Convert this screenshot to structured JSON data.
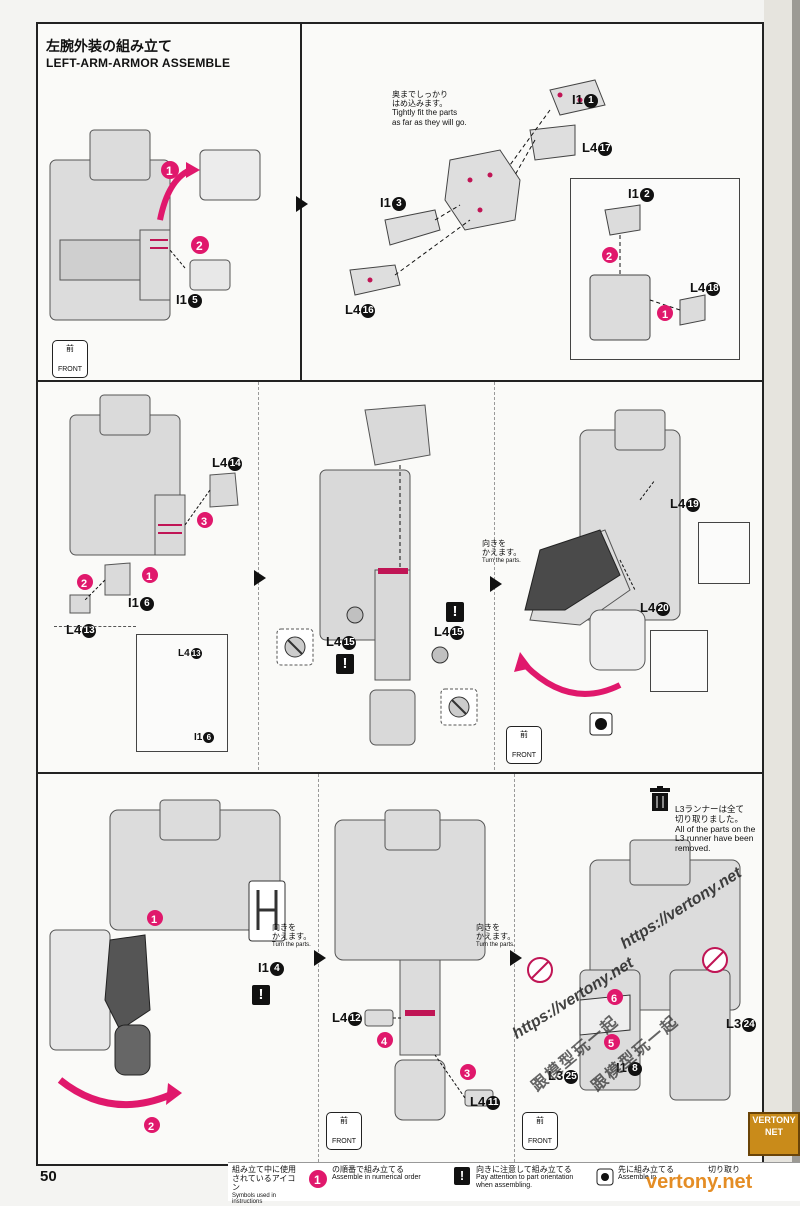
{
  "header": {
    "title_jp": "左腕外装の組み立て",
    "title_en": "LEFT-ARM-ARMOR ASSEMBLE"
  },
  "notes": {
    "tight_fit_jp_line1": "奥までしっかり",
    "tight_fit_jp_line2": "はめ込みます。",
    "tight_fit_en_line1": "Tightly fit the parts",
    "tight_fit_en_line2": "as far as they will go.",
    "turn_jp_line1": "向きを",
    "turn_jp_line2": "かえます。",
    "turn_en": "Turn the parts.",
    "l3_runner_jp_line1": "L3ランナーは全て",
    "l3_runner_jp_line2": "切り取りました。",
    "l3_runner_en_line1": "All of the parts on the",
    "l3_runner_en_line2": "L3 runner have been",
    "l3_runner_en_line3": "removed."
  },
  "front_badge": {
    "jp": "前",
    "label": "FRONT"
  },
  "parts": {
    "p1": {
      "runner": "I1",
      "num": "5"
    },
    "p2": {
      "runner": "I1",
      "num": "1"
    },
    "p3": {
      "runner": "L4",
      "num": "17"
    },
    "p4": {
      "runner": "I1",
      "num": "3"
    },
    "p5": {
      "runner": "L4",
      "num": "16"
    },
    "p6": {
      "runner": "I1",
      "num": "2"
    },
    "p7": {
      "runner": "L4",
      "num": "18"
    },
    "p8": {
      "runner": "L4",
      "num": "14"
    },
    "p9": {
      "runner": "I1",
      "num": "6"
    },
    "p10": {
      "runner": "L4",
      "num": "13"
    },
    "p11": {
      "runner": "L4",
      "num": "13"
    },
    "p12": {
      "runner": "I1",
      "num": "6"
    },
    "p13": {
      "runner": "L4",
      "num": "15"
    },
    "p14": {
      "runner": "L4",
      "num": "15"
    },
    "p15": {
      "runner": "L4",
      "num": "19"
    },
    "p16": {
      "runner": "L4",
      "num": "20"
    },
    "p17": {
      "runner": "I1",
      "num": "4"
    },
    "p18": {
      "runner": "L4",
      "num": "12"
    },
    "p19": {
      "runner": "L4",
      "num": "11"
    },
    "p20": {
      "runner": "L3",
      "num": "24"
    },
    "p21": {
      "runner": "L3",
      "num": "25"
    },
    "p22": {
      "runner": "I1",
      "num": "8"
    }
  },
  "warning_mark": "!",
  "page_number": "50",
  "legend": {
    "label_jp_line1": "組み立て中に使用",
    "label_jp_line2": "されているアイコン",
    "label_en": "Symbols used in instructions",
    "order_jp": "の順番で組み立てる",
    "order_en": "Assemble in numerical order",
    "orient_jp": "向きに注意して組み立てる",
    "orient_en_line1": "Pay attention to part orientation",
    "orient_en_line2": "when assembling.",
    "first_jp": "先に組み立てる",
    "first_en": "Assemble in",
    "cut_jp": "切り取り"
  },
  "watermark": {
    "url1": "https://vertony.net",
    "url2": "https://vertony.net",
    "cn1": "跟模型玩一起",
    "cn2": "跟模型玩一起",
    "site": "vertony.net"
  },
  "logo_text": "VERTONY NET"
}
